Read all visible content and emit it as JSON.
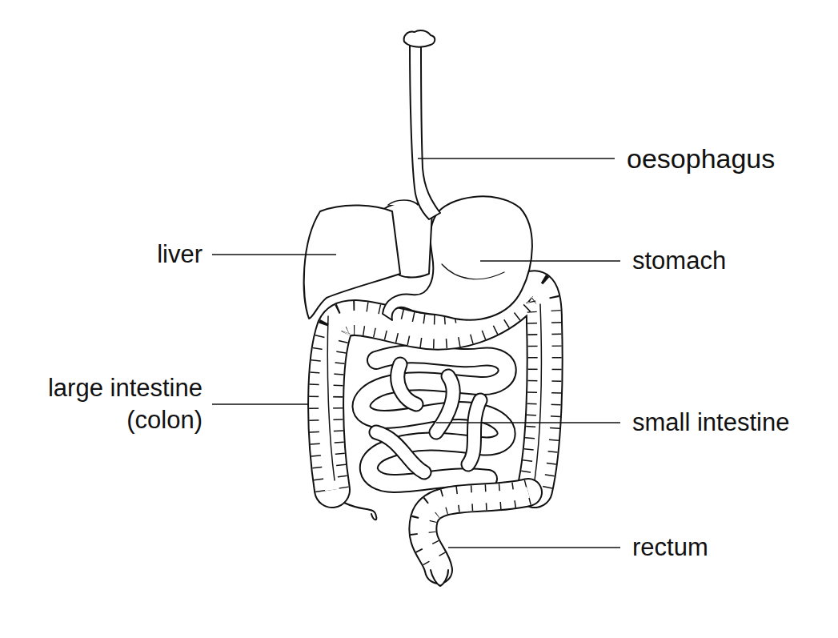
{
  "diagram": {
    "labels": [
      "oesophagus",
      "liver",
      "stomach",
      "large intestine (colon)",
      "small intestine",
      "rectum"
    ]
  }
}
